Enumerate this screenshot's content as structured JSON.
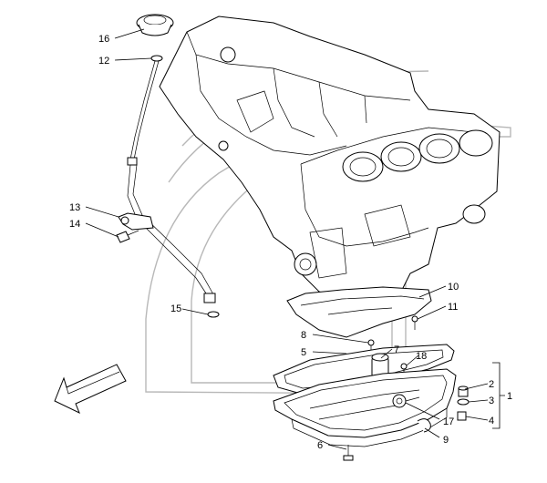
{
  "callouts": [
    {
      "id": "c16",
      "text": "16"
    },
    {
      "id": "c12",
      "text": "12"
    },
    {
      "id": "c13",
      "text": "13"
    },
    {
      "id": "c14",
      "text": "14"
    },
    {
      "id": "c15",
      "text": "15"
    },
    {
      "id": "c10",
      "text": "10"
    },
    {
      "id": "c11",
      "text": "11"
    },
    {
      "id": "c8",
      "text": "8"
    },
    {
      "id": "c7",
      "text": "7"
    },
    {
      "id": "c5",
      "text": "5"
    },
    {
      "id": "c18",
      "text": "18"
    },
    {
      "id": "c2",
      "text": "2"
    },
    {
      "id": "c3",
      "text": "3"
    },
    {
      "id": "c1",
      "text": "1"
    },
    {
      "id": "c4",
      "text": "4"
    },
    {
      "id": "c17",
      "text": "17"
    },
    {
      "id": "c9",
      "text": "9"
    },
    {
      "id": "c6",
      "text": "6"
    }
  ]
}
